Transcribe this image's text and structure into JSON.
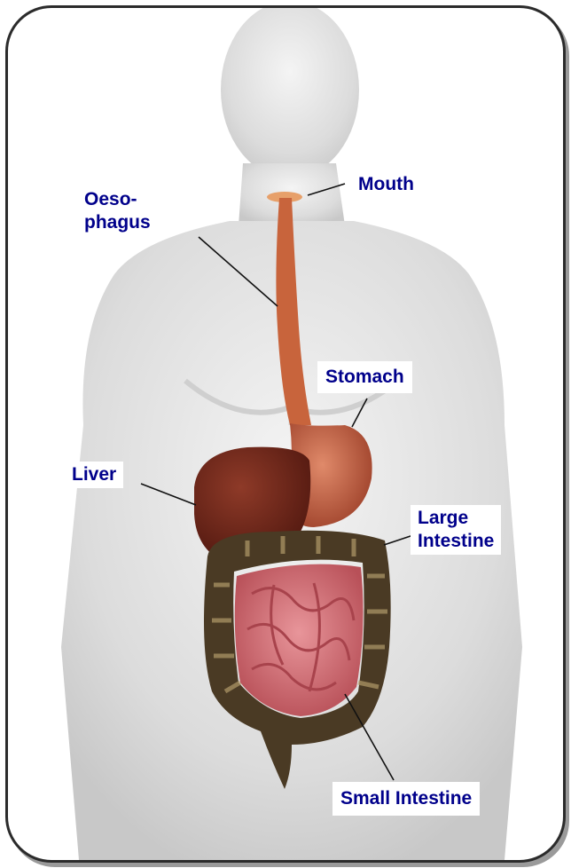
{
  "labels": {
    "mouth": "Mouth",
    "oesophagus": "Oeso-\nphagus",
    "stomach": "Stomach",
    "liver": "Liver",
    "large_intestine": "Large\nIntestine",
    "small_intestine": "Small Intestine"
  },
  "colors": {
    "label_text": "#00008b",
    "body_fill": "#e4e4e4",
    "oesophagus": "#c8643c",
    "stomach": "#b85a3c",
    "liver": "#6e2418",
    "large_intestine": "#4a3a24",
    "small_intestine": "#d8767a"
  }
}
